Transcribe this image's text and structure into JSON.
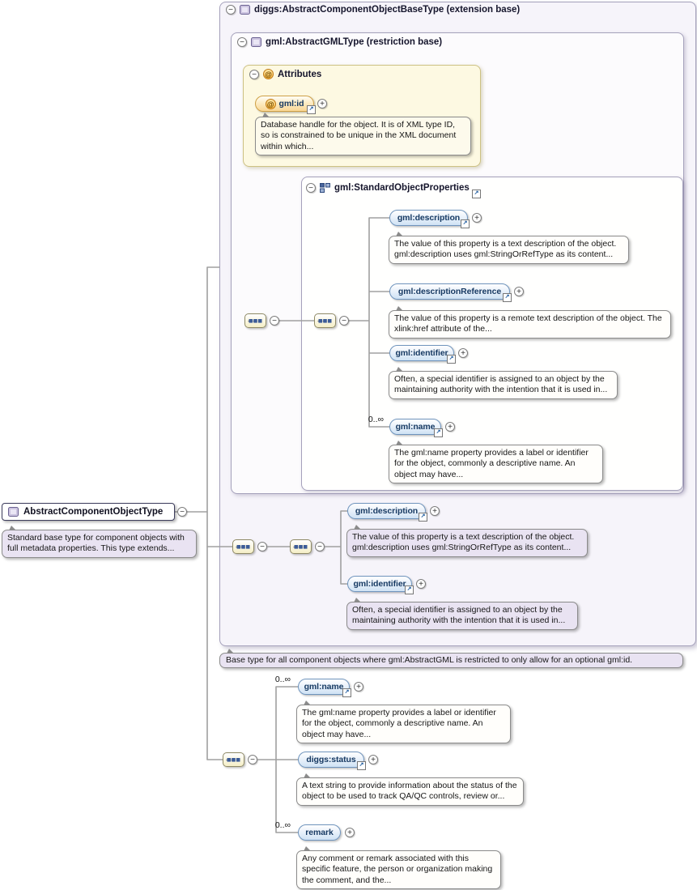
{
  "icons": {
    "collapse": "−",
    "expand": "+",
    "at": "@",
    "jump": "↗"
  },
  "colors": {
    "element_fill": "#cfe2f4",
    "element_border": "#6f94bd",
    "attribute_fill": "#f9d795",
    "container_fill": "#f6f4fa",
    "attributes_box_fill": "#fdf9e2",
    "annotation_lavender": "#e9e3f2"
  },
  "main_element": {
    "label": "AbstractComponentObjectType",
    "annotation": "Standard base type for component objects with full metadata properties. This type extends..."
  },
  "base_container": {
    "label": "diggs:AbstractComponentObjectBaseType (extension base)",
    "footer_annotation": "Base type for all component objects where gml:AbstractGML is restricted to only allow for an optional gml:id."
  },
  "gml_container": {
    "label": "gml:AbstractGMLType (restriction base)"
  },
  "attributes": {
    "label": "Attributes",
    "id_attr": {
      "label": "gml:id",
      "annotation": "Database handle for the object. It is of XML type ID, so is constrained to be unique in the XML document within which..."
    }
  },
  "standard_properties": {
    "label": "gml:StandardObjectProperties",
    "elements": [
      {
        "label": "gml:description",
        "cardinality": "",
        "annotation": "The value of this property is a text description of the object. gml:description uses gml:StringOrRefType as its content..."
      },
      {
        "label": "gml:descriptionReference",
        "cardinality": "",
        "annotation": "The value of this property is a remote text description of the object. The xlink:href attribute of the..."
      },
      {
        "label": "gml:identifier",
        "cardinality": "",
        "annotation": "Often, a special identifier is assigned to an object by the maintaining authority with the intention that it is used in..."
      },
      {
        "label": "gml:name",
        "cardinality": "0..∞",
        "annotation": "The gml:name property provides a label or identifier for the object, commonly a descriptive name. An object may have..."
      }
    ]
  },
  "extension_elements": [
    {
      "label": "gml:description",
      "annotation": "The value of this property is a text description of the object. gml:description uses gml:StringOrRefType as its content..."
    },
    {
      "label": "gml:identifier",
      "annotation": "Often, a special identifier is assigned to an object by the maintaining authority with the intention that it is used in..."
    }
  ],
  "local_elements": [
    {
      "label": "gml:name",
      "cardinality": "0..∞",
      "annotation": "The gml:name property provides a label or identifier for the object, commonly a descriptive name. An object may have..."
    },
    {
      "label": "diggs:status",
      "cardinality": "",
      "annotation": "A text string to provide information about the status of the object to be used to track QA/QC controls, review or..."
    },
    {
      "label": "remark",
      "cardinality": "0..∞",
      "annotation": "Any comment or remark associated with this specific feature, the person or organization making the comment, and the..."
    }
  ]
}
